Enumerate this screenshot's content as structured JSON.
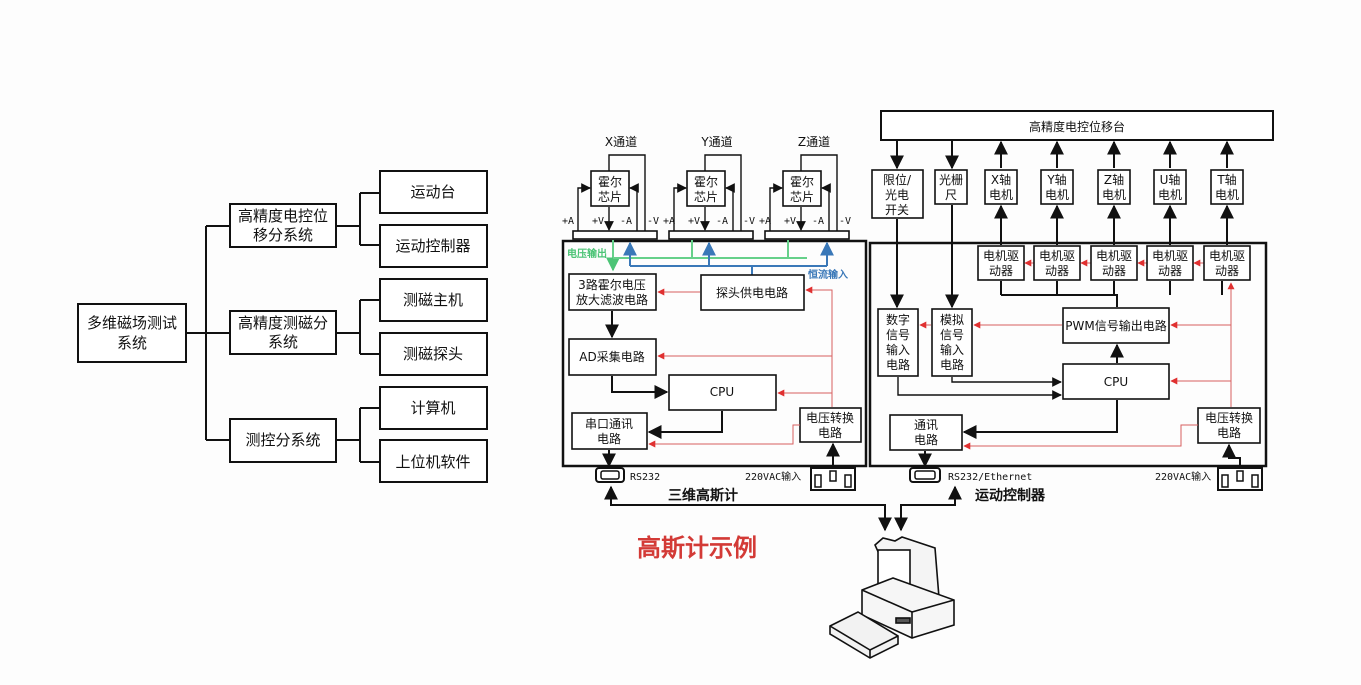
{
  "tree": {
    "root": [
      "多维磁场测试",
      "系统"
    ],
    "subsystems": [
      {
        "lines": [
          "高精度电控位",
          "移分系统"
        ],
        "children": [
          "运动台",
          "运动控制器"
        ]
      },
      {
        "lines": [
          "高精度测磁分",
          "系统"
        ],
        "children": [
          "测磁主机",
          "测磁探头"
        ]
      },
      {
        "lines": [
          "测控分系统"
        ],
        "children": [
          "计算机",
          "上位机软件"
        ]
      }
    ]
  },
  "gaussmeter": {
    "channels": [
      {
        "label": "X通道",
        "chip": [
          "霍尔",
          "芯片"
        ]
      },
      {
        "label": "Y通道",
        "chip": [
          "霍尔",
          "芯片"
        ]
      },
      {
        "label": "Z通道",
        "chip": [
          "霍尔",
          "芯片"
        ]
      }
    ],
    "pins": [
      "+A",
      "+V",
      "-A",
      "-V"
    ],
    "voltage_output_label": "电压输出",
    "current_input_label": "恒流输入",
    "blocks": {
      "amp": [
        "3路霍尔电压",
        "放大滤波电路"
      ],
      "probe_power": "探头供电电路",
      "ad": "AD采集电路",
      "cpu": "CPU",
      "serial": [
        "串口通讯",
        "电路"
      ],
      "vconv": [
        "电压转换",
        "电路"
      ]
    },
    "port_label": "RS232",
    "power_label": "220VAC输入",
    "name": "三维高斯计"
  },
  "controller": {
    "stage": "高精度电控位移台",
    "limit_switch": [
      "限位/",
      "光电",
      "开关"
    ],
    "grating": [
      "光栅",
      "尺"
    ],
    "motors": [
      [
        "X轴",
        "电机"
      ],
      [
        "Y轴",
        "电机"
      ],
      [
        "Z轴",
        "电机"
      ],
      [
        "U轴",
        "电机"
      ],
      [
        "T轴",
        "电机"
      ]
    ],
    "driver": [
      "电机驱",
      "动器"
    ],
    "digital_in": [
      "数字",
      "信号",
      "输入",
      "电路"
    ],
    "analog_in": [
      "模拟",
      "信号",
      "输入",
      "电路"
    ],
    "pwm": "PWM信号输出电路",
    "cpu": "CPU",
    "comm": [
      "通讯",
      "电路"
    ],
    "vconv": [
      "电压转换",
      "电路"
    ],
    "port_label": "RS232/Ethernet",
    "power_label": "220VAC输入",
    "name": "运动控制器"
  },
  "caption": "高斯计示例",
  "colors": {
    "caption": "#d33a36",
    "voltage_output": "#66d08a",
    "current_input": "#3a78b8",
    "power_line": "#d86060"
  }
}
